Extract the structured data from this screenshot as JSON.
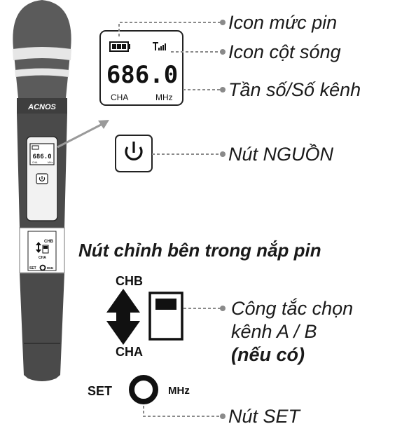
{
  "microphone": {
    "brand": "ACNOS",
    "lcd": {
      "frequency": "686.0",
      "left_unit": "CHA",
      "right_unit": "MHz"
    },
    "inner_panel": {
      "chb": "CHB",
      "cha": "CHA",
      "set": "SET",
      "mhz": "MHz"
    }
  },
  "lcd_detail": {
    "frequency": "686.0",
    "left_unit": "CHA",
    "right_unit": "MHz"
  },
  "callouts": {
    "battery_icon": "Icon mức pin",
    "signal_icon": "Icon cột sóng",
    "frequency_channel": "Tần số/Số kênh",
    "power_button": "Nút NGUỒN",
    "inner_buttons_title": "Nút chỉnh bên trong nắp pin",
    "channel_switch_line1": "Công tắc chọn",
    "channel_switch_line2": "kênh A / B",
    "channel_switch_note": "(nếu có)",
    "set_button": "Nút SET"
  },
  "switch_detail": {
    "top": "CHB",
    "bottom": "CHA"
  },
  "set_detail": {
    "left": "SET",
    "right": "MHz"
  },
  "colors": {
    "body": "#4a4a4a",
    "grille": "#5b5b5b",
    "stripe": "#e6e6e6",
    "leader": "#8a8a8a"
  }
}
